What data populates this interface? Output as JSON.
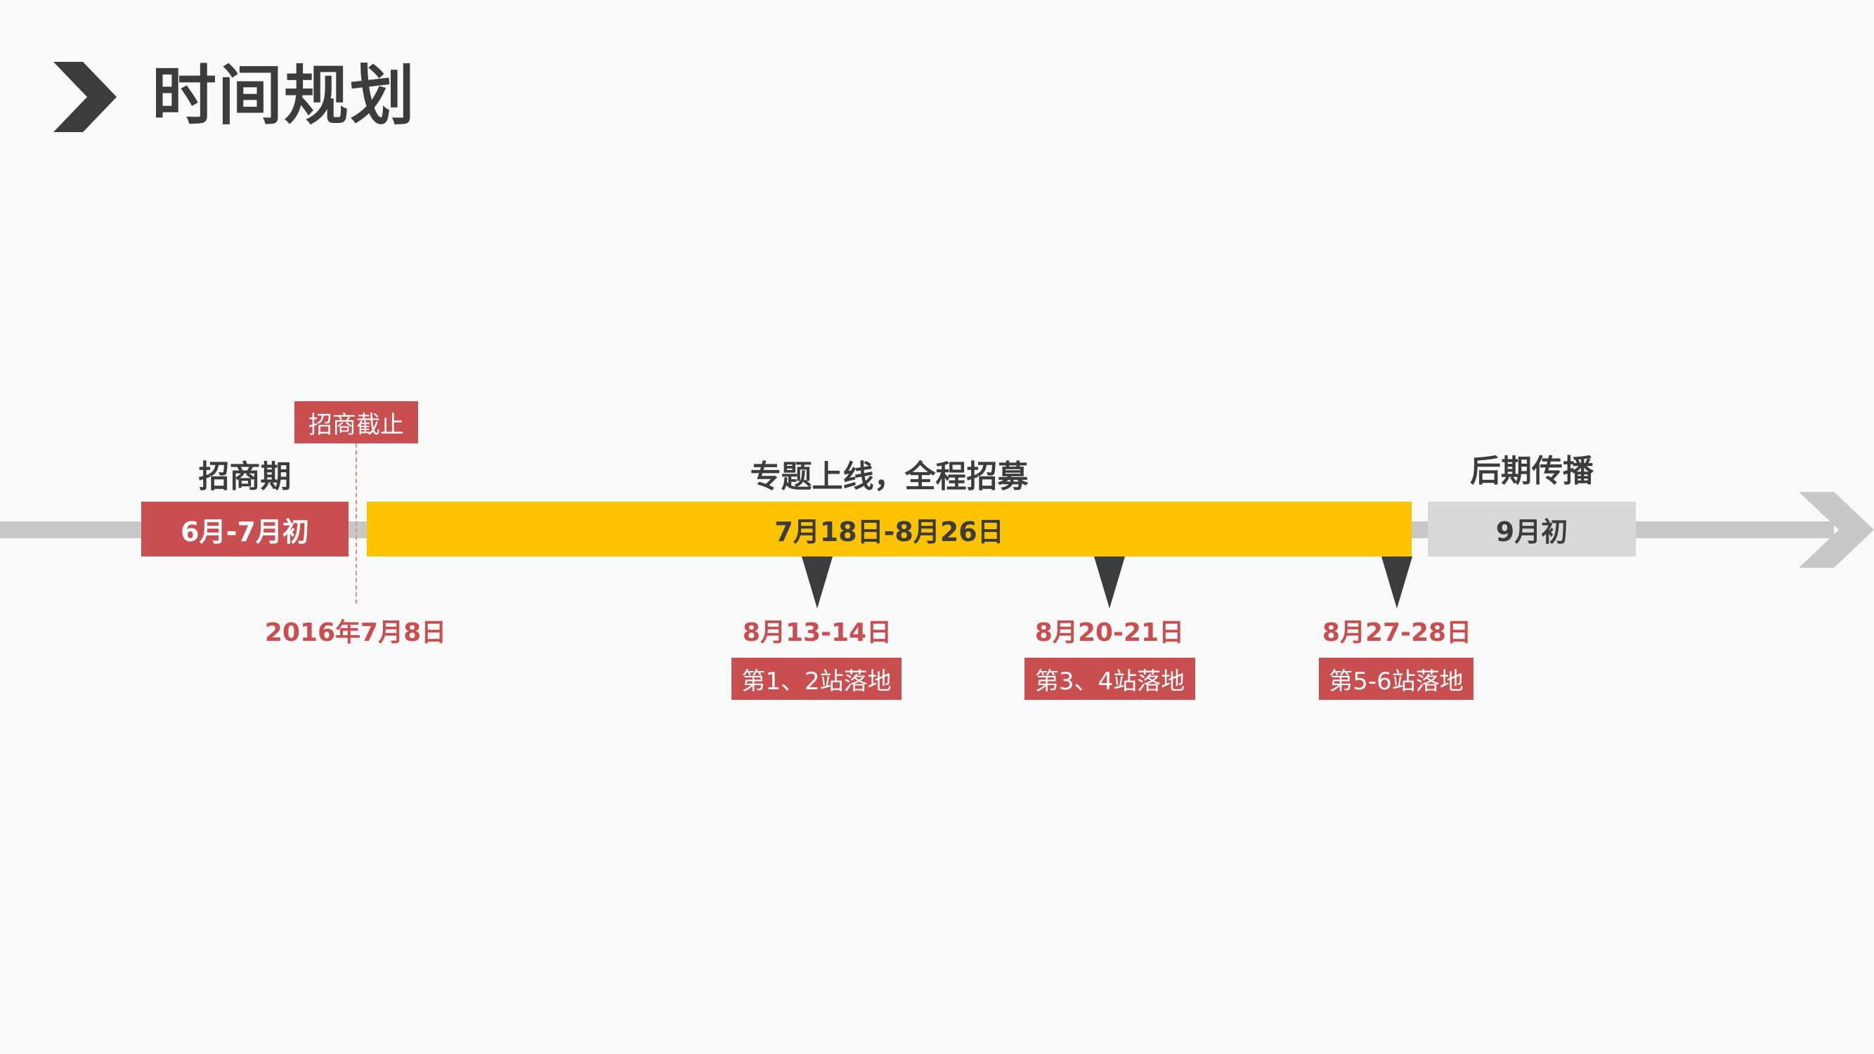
{
  "header": {
    "title": "时间规划",
    "icon": "chevron-right-icon"
  },
  "colors": {
    "background": "#f9f9f9",
    "accent_red": "#c84e4f",
    "accent_yellow": "#fdc300",
    "neutral_gray": "#d9d9d9",
    "axis_gray": "#c8c8c8",
    "text_dark": "#3c3c3c"
  },
  "timeline": {
    "phases": [
      {
        "title": "招商期",
        "range": "6月-7月初"
      },
      {
        "title": "专题上线，全程招募",
        "range": "7月18日-8月26日"
      },
      {
        "title": "后期传播",
        "range": "9月初"
      }
    ],
    "deadline": {
      "label": "招商截止",
      "date": "2016年7月8日"
    },
    "milestones": [
      {
        "date": "8月13-14日",
        "label": "第1、2站落地"
      },
      {
        "date": "8月20-21日",
        "label": "第3、4站落地"
      },
      {
        "date": "8月27-28日",
        "label": "第5-6站落地"
      }
    ]
  }
}
